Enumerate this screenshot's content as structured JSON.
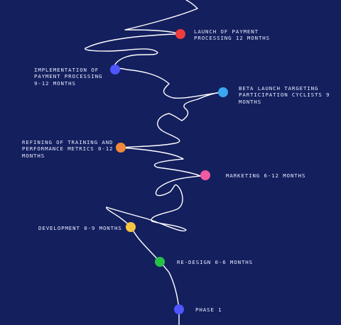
{
  "milestones": [
    {
      "id": "launch-payment-processing",
      "label": "LAUNCH OF PAYMENT\nPROCESSING 12 MONTHS",
      "color": "#f03c3c"
    },
    {
      "id": "implementation-payment-processing",
      "label": "IMPLEMENTATION OF\nPAYMENT PROCESSING\n9-12 MONTHS",
      "color": "#4f56ff"
    },
    {
      "id": "beta-launch",
      "label": "BETA LAUNCH TARGETING\nPARTICIPATION CYCLISTS 9\nMONTHS",
      "color": "#3aa7f0"
    },
    {
      "id": "refining-training",
      "label": "REFINING OF TRAINING AND\nPERFORMANCE METRICS 0-12\nMONTHS",
      "color": "#f2893a"
    },
    {
      "id": "marketing",
      "label": "MARKETING 6-12 MONTHS",
      "color": "#f05aa2"
    },
    {
      "id": "development",
      "label": "DEVELOPMENT 0-9 MONTHS",
      "color": "#f5c542"
    },
    {
      "id": "re-design",
      "label": "RE-DESIGN 0-6 MONTHS",
      "color": "#27c14a"
    },
    {
      "id": "phase-1",
      "label": "PHASE 1",
      "color": "#4f56ff"
    }
  ]
}
